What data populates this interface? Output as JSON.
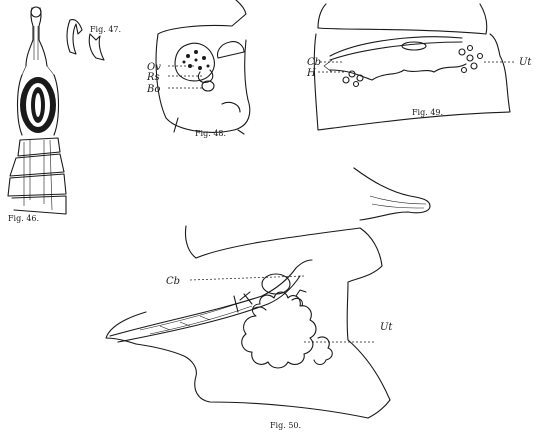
{
  "figures": [
    {
      "id": "fig46",
      "caption": "Fig. 46.",
      "labels": []
    },
    {
      "id": "fig47",
      "caption": "Fig. 47.",
      "labels": []
    },
    {
      "id": "fig48",
      "caption": "Fig. 48.",
      "labels": [
        "Ov",
        "Rs",
        "Bo"
      ]
    },
    {
      "id": "fig49",
      "caption": "Fig. 49.",
      "labels": [
        "Cb",
        "H",
        "Ut"
      ]
    },
    {
      "id": "fig50",
      "caption": "Fig. 50.",
      "labels": [
        "Cb",
        "Ut"
      ]
    }
  ]
}
